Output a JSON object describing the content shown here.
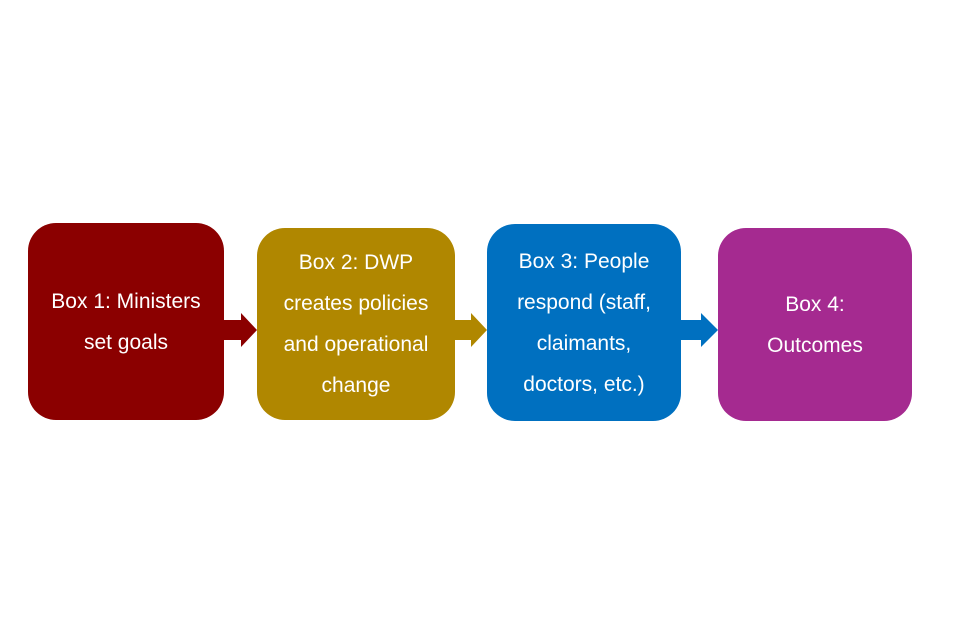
{
  "colors": {
    "box1": "#8B0000",
    "box2": "#B08700",
    "box3": "#0070C0",
    "box4": "#A52A90"
  },
  "boxes": [
    {
      "lines": [
        "Box 1: Ministers",
        "set goals"
      ]
    },
    {
      "lines": [
        "Box 2: DWP",
        "creates policies",
        "and operational",
        "change"
      ]
    },
    {
      "lines": [
        "Box 3: People",
        "respond (staff,",
        "claimants,",
        "doctors, etc.)"
      ]
    },
    {
      "lines": [
        "Box 4:",
        "Outcomes"
      ]
    }
  ]
}
